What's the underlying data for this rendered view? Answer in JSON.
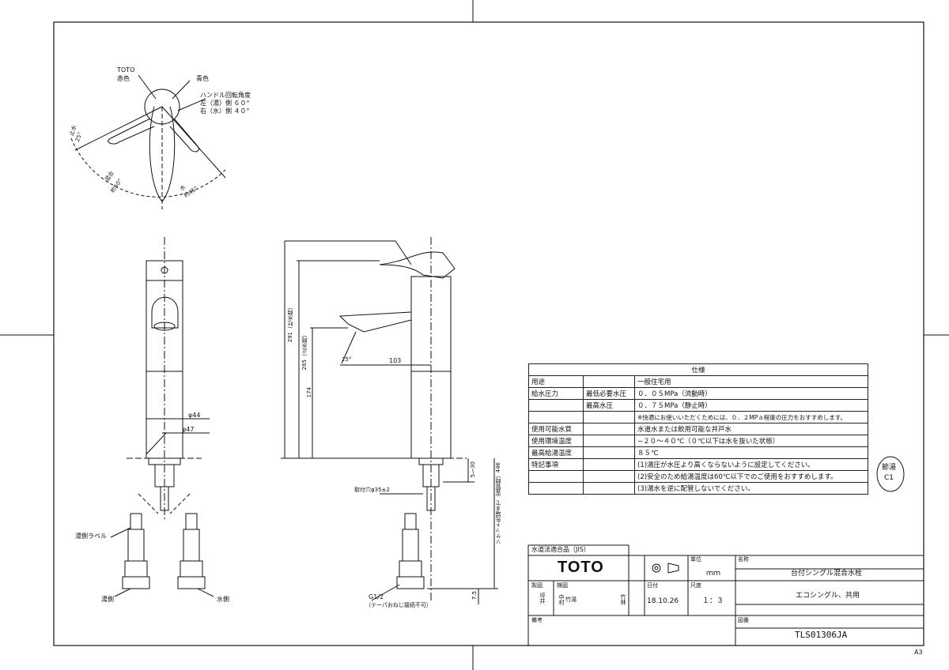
{
  "top_view": {
    "toto_label": "TOTO",
    "red_label": "赤色",
    "blue_label": "青色",
    "handle_angle_title": "ハンドル回転角度",
    "handle_left": "左（湯）側  ６０°",
    "handle_right": "右（水）側  ４０°",
    "stop_label": "止水",
    "stop_angle": "25°",
    "mix_label": "混合",
    "mix_angle": "約50°",
    "water_label": "水",
    "water_angle": "約45°"
  },
  "front_view": {
    "dia44": "φ44",
    "dia47": "φ47",
    "hot_label_tag": "湯側ラベル",
    "hot_side": "湯側",
    "water_side": "水側"
  },
  "side_view": {
    "dim_291": "291（吐水時）",
    "dim_265": "265（止水時）",
    "dim_174": "174",
    "dim_103": "103",
    "angle_25": "25°",
    "mount_hole": "取付穴φ35±2",
    "dim_5_30": "5〜30",
    "dim_446": "ソケット先端まで（直管時）446",
    "dim_75": "7.5",
    "g12": "G1/2",
    "taper_note": "（テーパおねじ接続不可）"
  },
  "spec": {
    "title": "仕様",
    "rows": [
      {
        "c1": "用途",
        "c2": "",
        "c3": "一般住宅用"
      },
      {
        "c1": "給水圧力",
        "c2": "最低必要水圧",
        "c3": "０．０５MPa（流動時）"
      },
      {
        "c1": "",
        "c2": "最高水圧",
        "c3": "０．７５MPa（静止時）"
      },
      {
        "c1": "",
        "c2": "",
        "c3": "※快適にお使いいただくためには、０．２MPａ程度の圧力をおすすめします。"
      },
      {
        "c1": "使用可能水質",
        "c2": "",
        "c3": "水道水または飲用可能な井戸水"
      },
      {
        "c1": "使用環境温度",
        "c2": "",
        "c3": "−２０〜４０℃（０℃以下は水を抜いた状態）"
      },
      {
        "c1": "最高給湯温度",
        "c2": "",
        "c3": "８５℃"
      },
      {
        "c1": "特記事項",
        "c2": "",
        "c3": "(1)湯圧が水圧より高くならないように設定してください。"
      },
      {
        "c1": "",
        "c2": "",
        "c3": "(2)安全のため給湯温度は60℃以下でのご使用をおすすめします。"
      },
      {
        "c1": "",
        "c2": "",
        "c3": "(3)湯水を逆に配管しないでください。"
      }
    ]
  },
  "stamp": {
    "line1": "節湯",
    "line2": "C1"
  },
  "title_block": {
    "jis": "水道法適合品（JIS）",
    "logo": "TOTO",
    "unit_label": "単位",
    "unit_value": "ｍｍ",
    "name_label": "名称",
    "name_value": "台付シングル混合水栓",
    "sub_value": "エコシングル、共用",
    "drawn_label": "製図",
    "drawn_value": "坪井",
    "check_label": "検図",
    "check_value1": "中村",
    "check_value2": "竹湯",
    "check_value3": "竹林",
    "date_label": "日付",
    "date_value": "18.10.26",
    "scale_label": "尺度",
    "scale_value": "１：３",
    "remark_label": "備考",
    "dwg_label": "図番",
    "dwg_value": "TLS01306JA"
  },
  "sheet_size": "A3"
}
